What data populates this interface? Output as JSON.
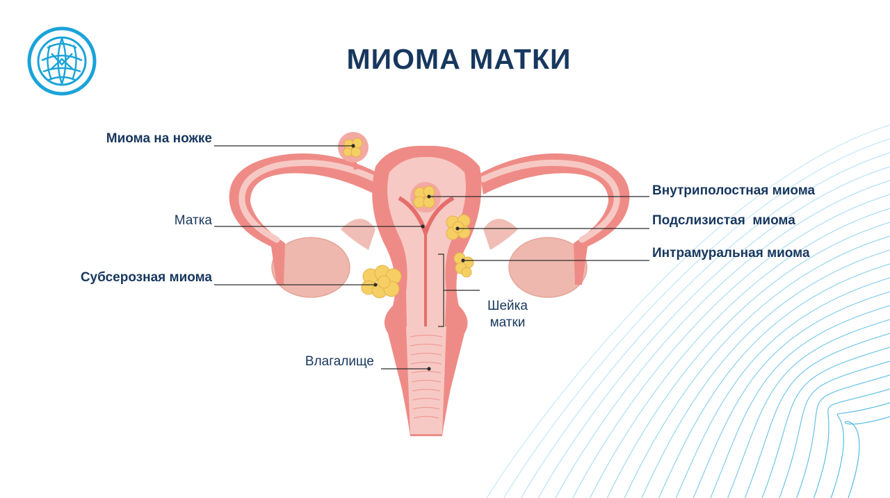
{
  "title": "МИОМА МАТКИ",
  "logo_icon": "sphere-net-logo-icon",
  "colors": {
    "title": "#17375e",
    "accent": "#1aa3d9",
    "uterus_outer": "#ef8b86",
    "uterus_inner": "#f7c9c4",
    "fibroid": "#f5cf63"
  },
  "labels": {
    "pedunculated": "Миома на ножке",
    "uterus": "Матка",
    "subserous": "Субсерозная миома",
    "vagina": "Влагалище",
    "intracavitary": "Внутриполостная миома",
    "submucous": "Подслизистая  миома",
    "intramural": "Интрамуральная миома",
    "cervix_line1": "Шейка",
    "cervix_line2": "матки"
  }
}
